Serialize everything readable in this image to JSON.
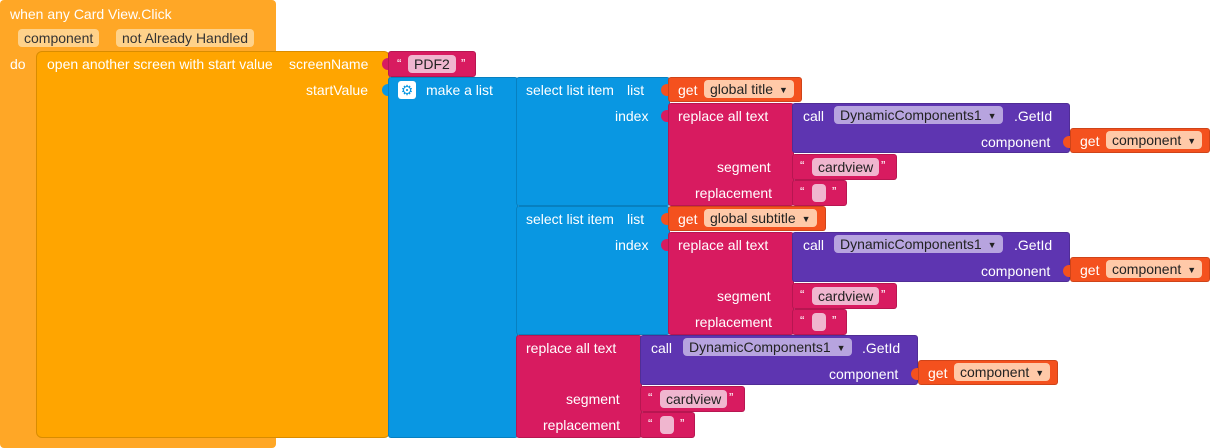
{
  "event": {
    "header": "when any Card View.Click",
    "param1": "component",
    "param2": "not Already Handled",
    "do_label": "do"
  },
  "open_screen": {
    "label": "open another screen with start value",
    "screen_name_label": "screenName",
    "screen_name_value": "PDF2",
    "start_value_label": "startValue"
  },
  "make_list": {
    "label": "make a list"
  },
  "quote_open": "“",
  "quote_close": "”",
  "item1": {
    "select_label": "select list item",
    "list_label": "list",
    "get_label": "get",
    "get_value": "global title",
    "index_label": "index",
    "replace_label": "replace all text",
    "call_label": "call",
    "component_name": "DynamicComponents1",
    "method": ".GetId",
    "component_param": "component",
    "get_component": "component",
    "segment_label": "segment",
    "segment_value": "cardview",
    "replacement_label": "replacement"
  },
  "item2": {
    "select_label": "select list item",
    "list_label": "list",
    "get_label": "get",
    "get_value": "global subtitle",
    "index_label": "index",
    "replace_label": "replace all text",
    "call_label": "call",
    "component_name": "DynamicComponents1",
    "method": ".GetId",
    "component_param": "component",
    "get_component": "component",
    "segment_label": "segment",
    "segment_value": "cardview",
    "replacement_label": "replacement"
  },
  "item3": {
    "replace_label": "replace all text",
    "call_label": "call",
    "component_name": "DynamicComponents1",
    "method": ".GetId",
    "component_param": "component",
    "get_label": "get",
    "get_component": "component",
    "segment_label": "segment",
    "segment_value": "cardview",
    "replacement_label": "replacement"
  },
  "colors": {
    "event": "#ffa726",
    "control": "#ffa500",
    "list": "#0997e2",
    "text": "#d81b60",
    "component": "#5e35b1",
    "variable": "#f4511e"
  },
  "icons": {
    "gear": "gear-icon",
    "dropdown": "dropdown-arrow-icon"
  }
}
